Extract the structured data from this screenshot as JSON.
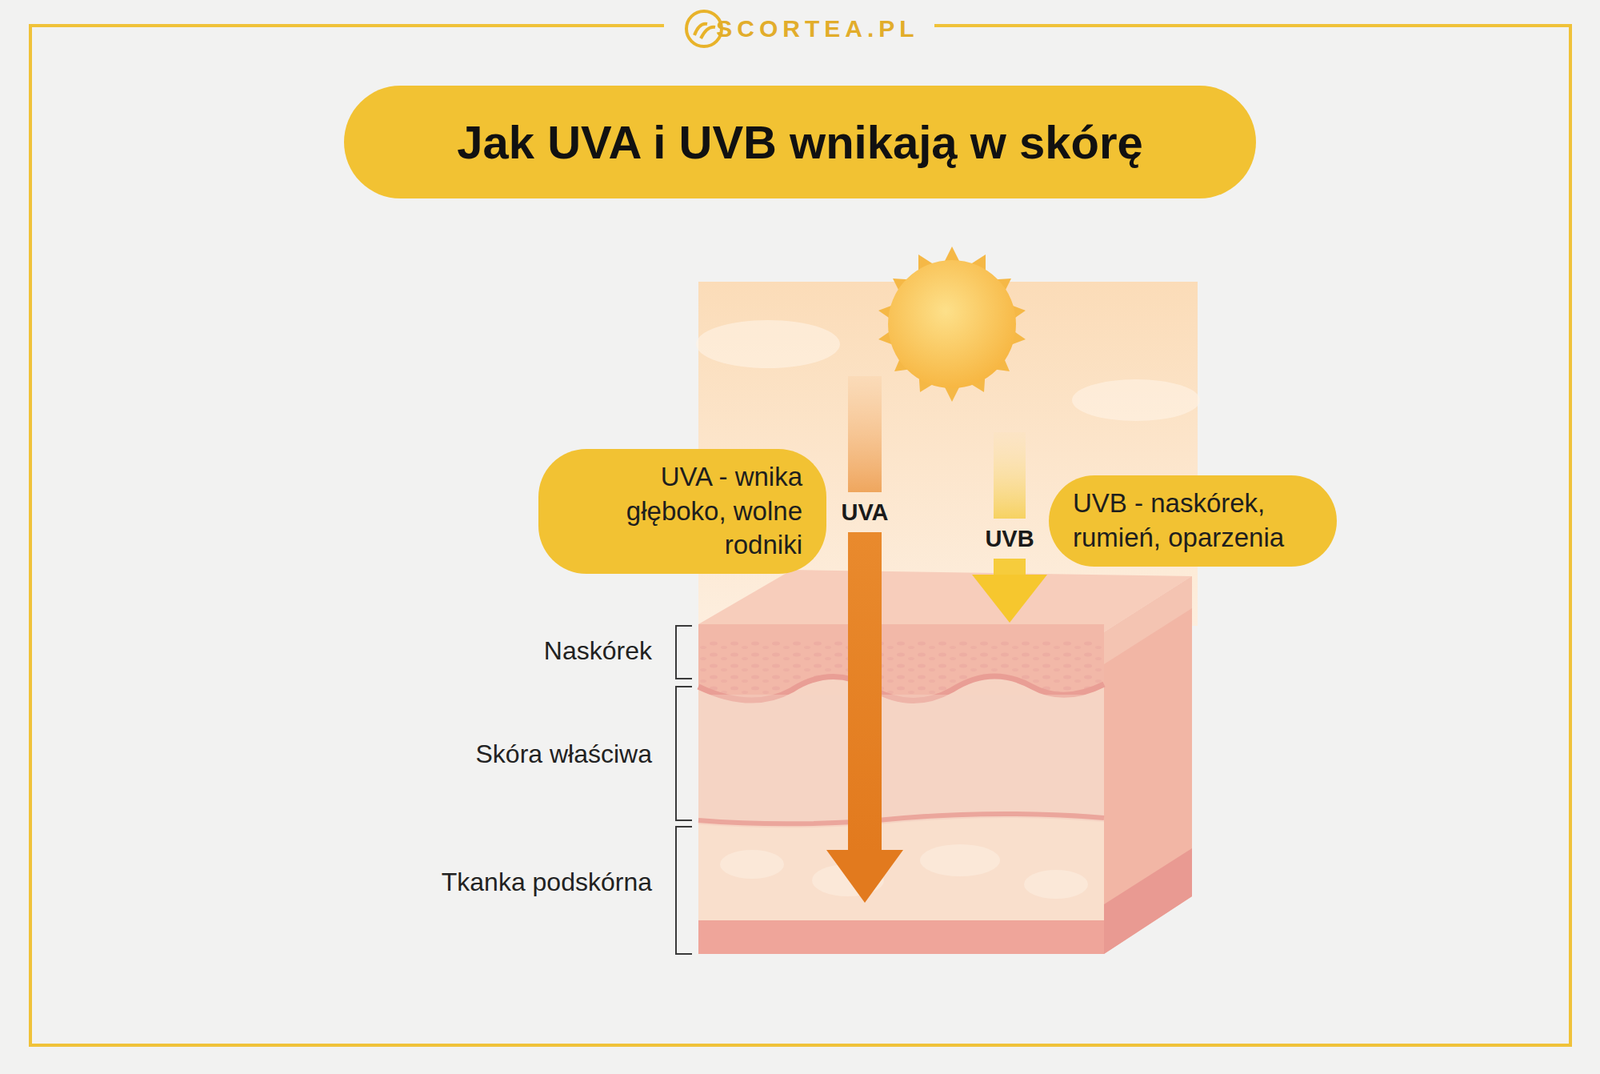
{
  "diagram": {
    "title": "Jak UVA i UVB wnikają w skórę",
    "nodes": [
      {
        "text": [
          "UVA - wnika głęboko, wolne rodniki"
        ]
      },
      {
        "text": [
          "UVB - naskórek, rumień, oparzenia"
        ]
      }
    ],
    "labels": [
      "SCORTEA.PL",
      "UVA",
      "UVB",
      "Naskórek",
      "Skóra właściwa",
      "Tkanka podskórna"
    ]
  }
}
